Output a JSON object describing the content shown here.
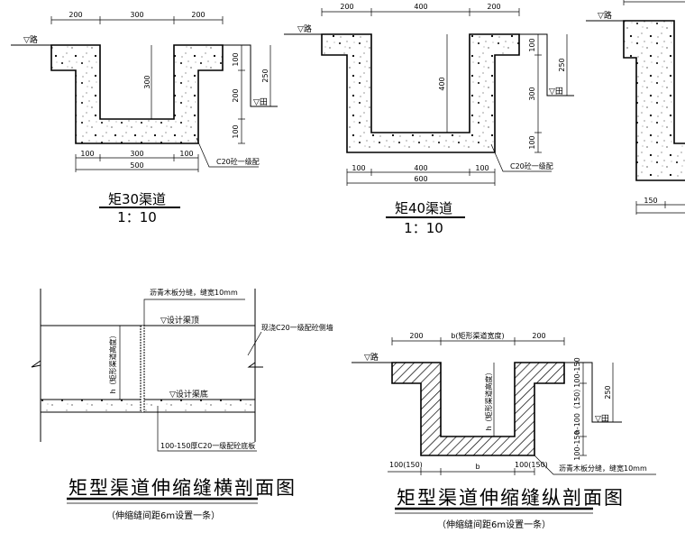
{
  "drawing_30": {
    "top_dims": [
      "200",
      "300",
      "200"
    ],
    "road_label": "▽路",
    "depth_dim": "300",
    "right_dims": [
      "100",
      "200",
      "100"
    ],
    "field_dim": "250",
    "field_label": "▽田",
    "bottom_dims": [
      "100",
      "300",
      "100"
    ],
    "total_width": "500",
    "material": "C20砼一级配",
    "title": "矩30渠道",
    "scale": "1：10"
  },
  "drawing_40": {
    "top_dims": [
      "200",
      "400",
      "200"
    ],
    "road_label": "▽路",
    "depth_dim": "400",
    "right_dims": [
      "100",
      "300",
      "100"
    ],
    "field_dim": "250",
    "field_label": "▽田",
    "bottom_dims": [
      "100",
      "400",
      "100"
    ],
    "total_width": "600",
    "material": "C20砼一级配",
    "title": "矩40渠道",
    "scale": "1：10"
  },
  "drawing_partial": {
    "road_label": "▽路",
    "bottom_dim": "150"
  },
  "cross_section": {
    "joint_note": "沥青木板分缝，缝宽10mm",
    "top_label": "▽设计渠顶",
    "wall_note": "现浇C20一级配砼侧墙",
    "height_label": "h（矩形渠道高度）",
    "bottom_label": "▽设计渠底",
    "slab_note": "100-150厚C20一级配砼底板",
    "title": "矩型渠道伸缩缝横剖面图",
    "subtitle": "（伸缩缝间距6m设置一条）"
  },
  "long_section": {
    "top_dims": [
      "200",
      "b(矩形渠道宽度)",
      "200"
    ],
    "road_label": "▽路",
    "height_label": "h（矩形渠道高度）",
    "right_dims": [
      "100-150",
      "h-100（150）",
      "100-150"
    ],
    "field_dim": "250",
    "field_label": "▽田",
    "bottom_dims": [
      "100(150)",
      "b",
      "100(150)"
    ],
    "joint_note": "沥青木板分缝，缝宽10mm",
    "title": "矩型渠道伸缩缝纵剖面图",
    "subtitle": "（伸缩缝间距6m设置一条）"
  }
}
